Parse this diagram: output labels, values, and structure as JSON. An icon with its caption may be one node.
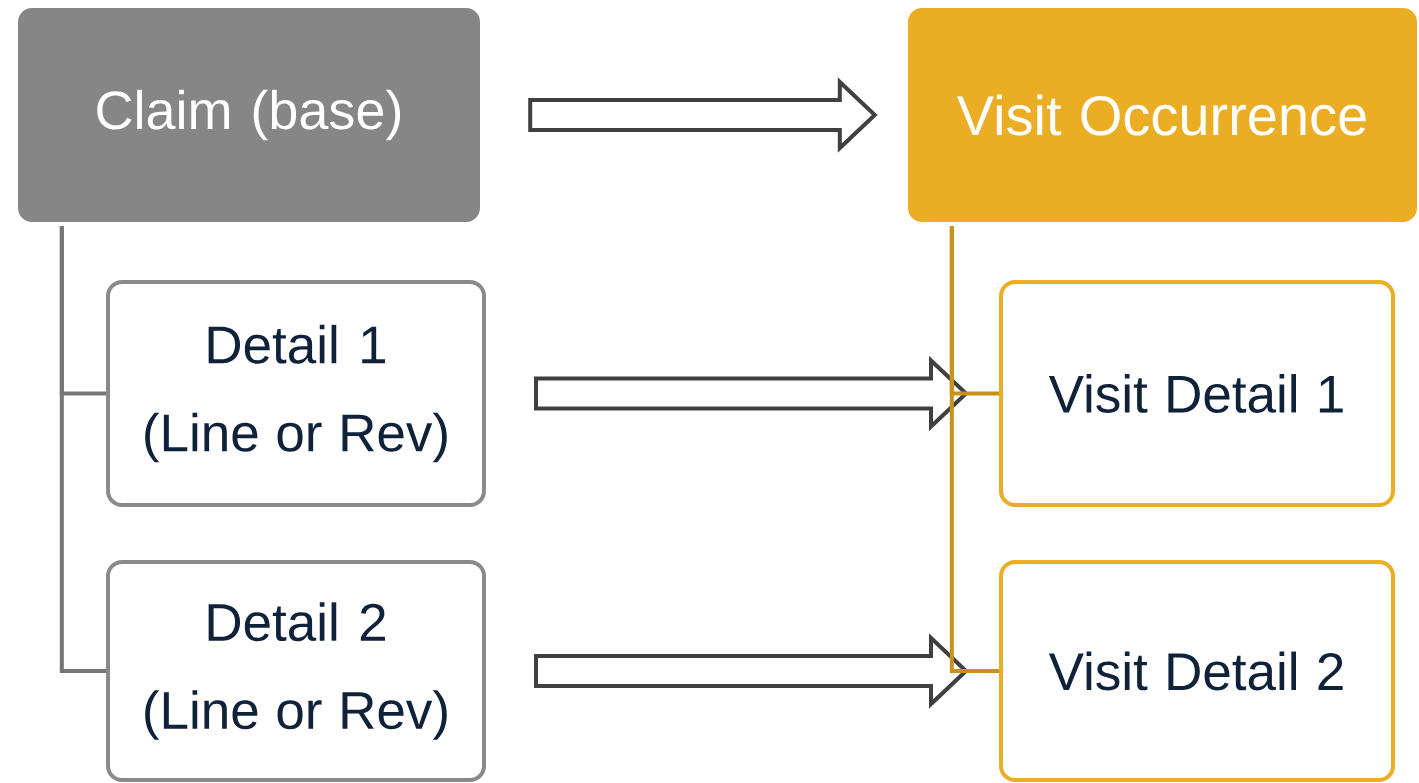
{
  "diagram": {
    "nodes": [
      {
        "text": [
          "Claim (base)"
        ]
      },
      {
        "text": [
          "Detail 1 (Line or Rev)"
        ]
      },
      {
        "text": [
          "Detail 2 (Line or Rev)"
        ]
      },
      {
        "text": [
          "Visit Occurrence"
        ]
      },
      {
        "text": [
          "Visit Detail 1"
        ]
      },
      {
        "text": [
          "Visit Detail 2"
        ]
      }
    ],
    "edges": [
      {
        "from": 0,
        "to": 3,
        "arrow": "to"
      },
      {
        "from": 1,
        "to": 4,
        "arrow": "to"
      },
      {
        "from": 2,
        "to": 5,
        "arrow": "to"
      },
      {
        "from": 0,
        "to": 1,
        "arrow": "none",
        "color": "#767676"
      },
      {
        "from": 0,
        "to": 2,
        "arrow": "none",
        "color": "#767676"
      },
      {
        "from": 3,
        "to": 4,
        "arrow": "none",
        "color": "#c8921a"
      },
      {
        "from": 3,
        "to": 5,
        "arrow": "none",
        "color": "#c8921a"
      }
    ]
  }
}
